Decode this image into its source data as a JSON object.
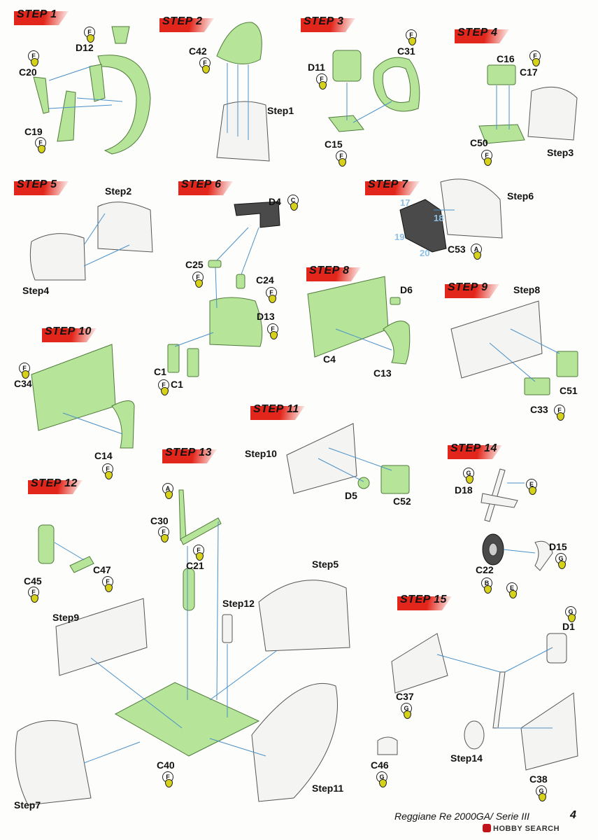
{
  "steps": [
    {
      "label": "STEP 1"
    },
    {
      "label": "STEP 2"
    },
    {
      "label": "STEP 3"
    },
    {
      "label": "STEP 4"
    },
    {
      "label": "STEP 5"
    },
    {
      "label": "STEP 6"
    },
    {
      "label": "STEP 7"
    },
    {
      "label": "STEP 8"
    },
    {
      "label": "STEP 9"
    },
    {
      "label": "STEP 10"
    },
    {
      "label": "STEP 11"
    },
    {
      "label": "STEP 12"
    },
    {
      "label": "STEP 13"
    },
    {
      "label": "STEP 14"
    },
    {
      "label": "STEP 15"
    }
  ],
  "parts": [
    {
      "label": "D12"
    },
    {
      "label": "C20"
    },
    {
      "label": "C19"
    },
    {
      "label": "C42"
    },
    {
      "label": "D11"
    },
    {
      "label": "C31"
    },
    {
      "label": "C15"
    },
    {
      "label": "C16"
    },
    {
      "label": "C17"
    },
    {
      "label": "C50"
    },
    {
      "label": "D4"
    },
    {
      "label": "C25"
    },
    {
      "label": "C24"
    },
    {
      "label": "D13"
    },
    {
      "label": "C1"
    },
    {
      "label": "C1"
    },
    {
      "label": "C53"
    },
    {
      "label": "D6"
    },
    {
      "label": "C4"
    },
    {
      "label": "C13"
    },
    {
      "label": "C34"
    },
    {
      "label": "C14"
    },
    {
      "label": "C51"
    },
    {
      "label": "C33"
    },
    {
      "label": "D5"
    },
    {
      "label": "C52"
    },
    {
      "label": "D18"
    },
    {
      "label": "D15"
    },
    {
      "label": "C22"
    },
    {
      "label": "C45"
    },
    {
      "label": "C47"
    },
    {
      "label": "C30"
    },
    {
      "label": "C21"
    },
    {
      "label": "C40"
    },
    {
      "label": "D1"
    },
    {
      "label": "C37"
    },
    {
      "label": "C46"
    },
    {
      "label": "C38"
    }
  ],
  "refs": [
    {
      "label": "Step1"
    },
    {
      "label": "Step3"
    },
    {
      "label": "Step2"
    },
    {
      "label": "Step4"
    },
    {
      "label": "Step6"
    },
    {
      "label": "Step8"
    },
    {
      "label": "Step10"
    },
    {
      "label": "Step5"
    },
    {
      "label": "Step9"
    },
    {
      "label": "Step12"
    },
    {
      "label": "Step7"
    },
    {
      "label": "Step11"
    },
    {
      "label": "Step14"
    }
  ],
  "numbers": [
    {
      "label": "17"
    },
    {
      "label": "18"
    },
    {
      "label": "19"
    },
    {
      "label": "20"
    }
  ],
  "paints": [
    {
      "code": "F"
    },
    {
      "code": "F"
    },
    {
      "code": "F"
    },
    {
      "code": "F"
    },
    {
      "code": "F"
    },
    {
      "code": "F"
    },
    {
      "code": "F"
    },
    {
      "code": "F"
    },
    {
      "code": "F"
    },
    {
      "code": "C"
    },
    {
      "code": "F"
    },
    {
      "code": "F"
    },
    {
      "code": "F"
    },
    {
      "code": "F"
    },
    {
      "code": "A"
    },
    {
      "code": "F"
    },
    {
      "code": "F"
    },
    {
      "code": "F"
    },
    {
      "code": "G"
    },
    {
      "code": "E"
    },
    {
      "code": "G"
    },
    {
      "code": "B"
    },
    {
      "code": "E"
    },
    {
      "code": "F"
    },
    {
      "code": "F"
    },
    {
      "code": "A"
    },
    {
      "code": "F"
    },
    {
      "code": "F"
    },
    {
      "code": "G"
    },
    {
      "code": "G"
    },
    {
      "code": "G"
    },
    {
      "code": "G"
    },
    {
      "code": "F"
    }
  ],
  "footer": {
    "title": "Reggiane Re 2000GA/ Serie III",
    "page": "4",
    "watermark": "HOBBY SEARCH"
  },
  "colors": {
    "accent": "#e3261b",
    "part_highlight": "#b6e59a",
    "guide_line": "#4a90c8",
    "paint_drop": "#d6d21a"
  }
}
